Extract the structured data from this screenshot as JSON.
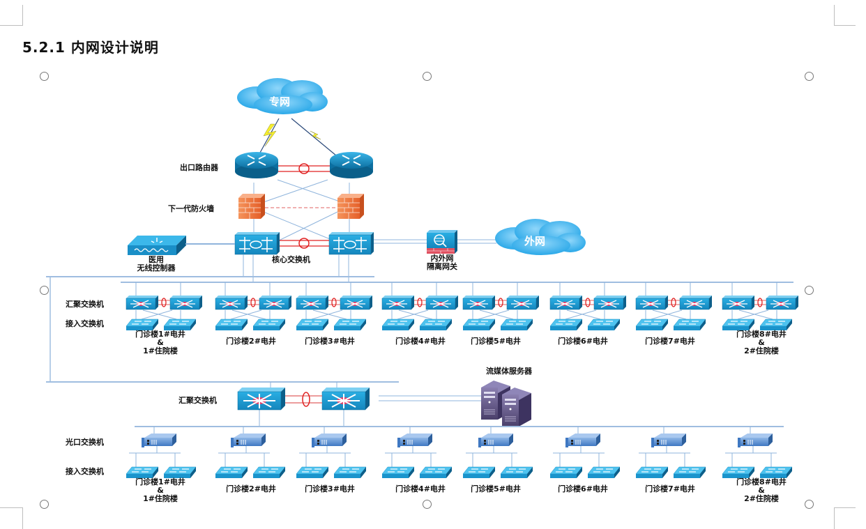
{
  "section_title": "5.2.1 内网设计说明",
  "clouds": {
    "private_network": "专网",
    "external_network": "外网"
  },
  "core": {
    "router_label": "出口路由器",
    "firewall_label": "下一代防火墙",
    "core_switch_label": "核心交换机",
    "wireless_controller_label": [
      "医用",
      "无线控制器"
    ],
    "isolation_gateway_label": [
      "内外网",
      "隔离网关"
    ]
  },
  "upper_block": {
    "aggregation_label": "汇聚交换机",
    "access_label": "接入交换机",
    "buildings": [
      [
        "门诊楼1#电井",
        "&",
        "1#住院楼"
      ],
      [
        "门诊楼2#电井"
      ],
      [
        "门诊楼3#电井"
      ],
      [
        "门诊楼4#电井"
      ],
      [
        "门诊楼5#电井"
      ],
      [
        "门诊楼6#电井"
      ],
      [
        "门诊楼7#电井"
      ],
      [
        "门诊楼8#电井",
        "&",
        "2#住院楼"
      ]
    ]
  },
  "lower_block": {
    "aggregation_label": "汇聚交换机",
    "media_server_label": "流媒体服务器",
    "optical_label": "光口交换机",
    "access_label": "接入交换机",
    "buildings": [
      [
        "门诊楼1#电井",
        "&",
        "1#住院楼"
      ],
      [
        "门诊楼2#电井"
      ],
      [
        "门诊楼3#电井"
      ],
      [
        "门诊楼4#电井"
      ],
      [
        "门诊楼5#电井"
      ],
      [
        "门诊楼6#电井"
      ],
      [
        "门诊楼7#电井"
      ],
      [
        "门诊楼8#电井",
        "&",
        "2#住院楼"
      ]
    ]
  },
  "colors": {
    "device_blue": "#1a9fd4",
    "link_blue": "#8fb4dc",
    "lag_red": "#e02020",
    "firewall_orange": "#f07840",
    "server_purple": "#5a4e7c"
  }
}
